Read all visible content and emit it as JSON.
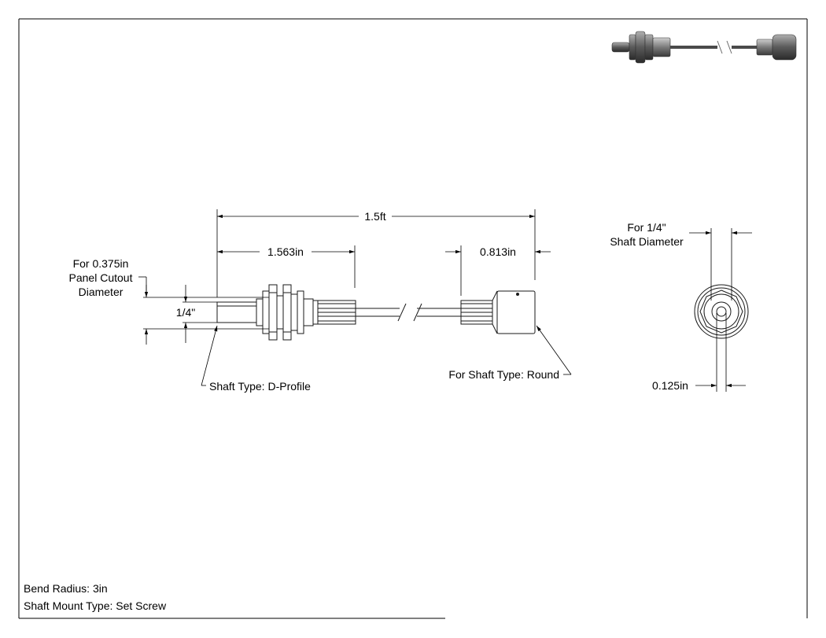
{
  "dimensions": {
    "overall_length": "1.5ft",
    "shaft_end_length": "1.563in",
    "knob_end_length": "0.813in",
    "shaft_width": "1/4\"",
    "panel_cutout_line1": "For 0.375in",
    "panel_cutout_line2": "Panel Cutout",
    "panel_cutout_line3": "Diameter",
    "shaft_diameter_line1": "For 1/4\"",
    "shaft_diameter_line2": "Shaft Diameter",
    "bore_diameter": "0.125in"
  },
  "callouts": {
    "shaft_type": "Shaft Type: D-Profile",
    "knob_shaft_type": "For Shaft Type: Round"
  },
  "notes": {
    "bend_radius": "Bend Radius: 3in",
    "shaft_mount_type": "Shaft Mount Type: Set Screw"
  },
  "colors": {
    "line": "#000000",
    "part_stroke": "#1a1a1a",
    "thumbnail_dark": "#3a3a3a",
    "thumbnail_mid": "#8a8a8a"
  }
}
